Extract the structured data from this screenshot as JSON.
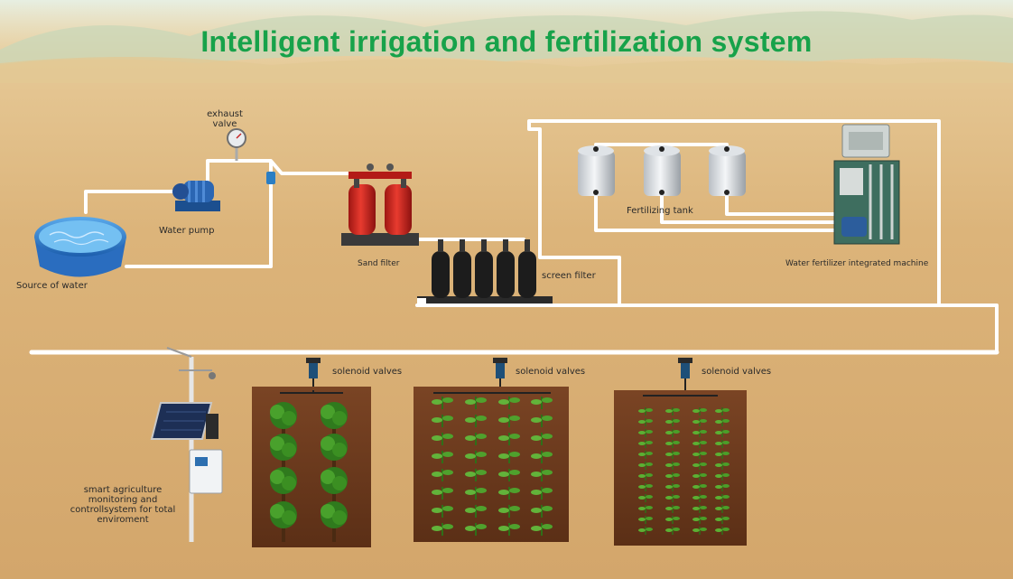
{
  "title": "Intelligent irrigation and fertilization system",
  "labels": {
    "exhaust_valve_1": "exhaust",
    "exhaust_valve_2": "valve",
    "water_pump": "Water pump",
    "source_of_water": "Source of water",
    "sand_filter": "Sand filter",
    "screen_filter": "screen filter",
    "fertilizing_tank": "Fertilizing tank",
    "water_fertilizer_machine": "Water fertilizer integrated machine",
    "solenoid_valves_1": "solenoid valves",
    "solenoid_valves_2": "solenoid valves",
    "solenoid_valves_3": "solenoid valves",
    "monitoring_1": "smart agriculture",
    "monitoring_2": "monitoring and",
    "monitoring_3": "controllsystem for total",
    "monitoring_4": "enviroment"
  },
  "colors": {
    "title": "#17a24a",
    "pipe": "#ffffff",
    "sand_filter": "#d8231f",
    "screen_filter": "#1c1c1c",
    "water": "#2f7fd0",
    "soil": "#6e3b1d",
    "plant": "#3b8f22"
  }
}
